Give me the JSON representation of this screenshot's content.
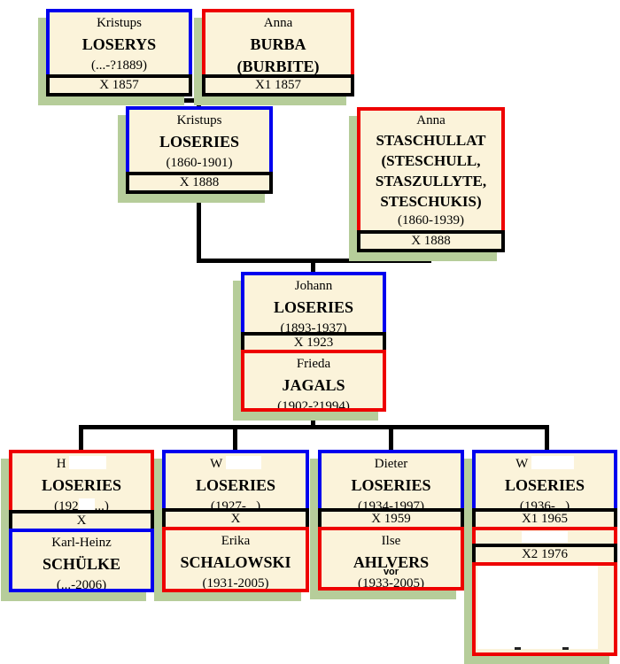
{
  "colors": {
    "male_border": "#0000ee",
    "female_border": "#ee0000",
    "box_background": "#fbf3da",
    "shadow_green": "#b6cd9a",
    "connector": "#000000"
  },
  "people": {
    "gen1_father": {
      "first": "Kristups",
      "surname": "LOSERYS",
      "dates": "(...-?1889)",
      "marriage": "X 1857"
    },
    "gen1_mother": {
      "first": "Anna",
      "surname": "BURBA",
      "alias": "(BURBITE)",
      "marriage": "X1 1857"
    },
    "gen2_father": {
      "first": "Kristups",
      "surname": "LOSERIES",
      "dates": "(1860-1901)",
      "marriage": "X 1888"
    },
    "gen2_mother": {
      "first": "Anna",
      "surname": "STASCHULLAT",
      "alias_line1": "(STESCHULL,",
      "alias_line2": "STASZULLYTE,",
      "alias_line3": "STESCHUKIS)",
      "dates": "(1860-1939)",
      "marriage": "X 1888"
    },
    "gen3_father": {
      "first": "Johann",
      "surname": "LOSERIES",
      "dates": "(1893-1937)"
    },
    "gen3_marriage": "X 1923",
    "gen3_mother": {
      "first": "Frieda",
      "surname": "JAGALS",
      "dates": "(1902-?1994)"
    },
    "child1": {
      "first": "H",
      "surname": "LOSERIES",
      "dates_start": "(192",
      "dates_end": "...)",
      "marriage": "X",
      "spouse_first": "Karl-Heinz",
      "spouse_surname": "SCHÜLKE",
      "spouse_dates": "(...-2006)"
    },
    "child2": {
      "first": "W",
      "surname": "LOSERIES",
      "dates": "(1927-...)",
      "marriage": "X",
      "spouse_first": "Erika",
      "spouse_surname": "SCHALOWSKI",
      "spouse_dates": "(1931-2005)"
    },
    "child3": {
      "first": "Dieter",
      "surname": "LOSERIES",
      "dates": "(1934-1997)",
      "marriage": "X 1959",
      "spouse_first": "Ilse",
      "spouse_surname": "AHLVERS",
      "spouse_dates": "(1933-2005)",
      "spouse_annotation": "vor"
    },
    "child4": {
      "first": "W",
      "surname": "LOSERIES",
      "dates": "(1936-...)",
      "marriage1": "X1 1965",
      "marriage2": "X2 1976"
    }
  }
}
